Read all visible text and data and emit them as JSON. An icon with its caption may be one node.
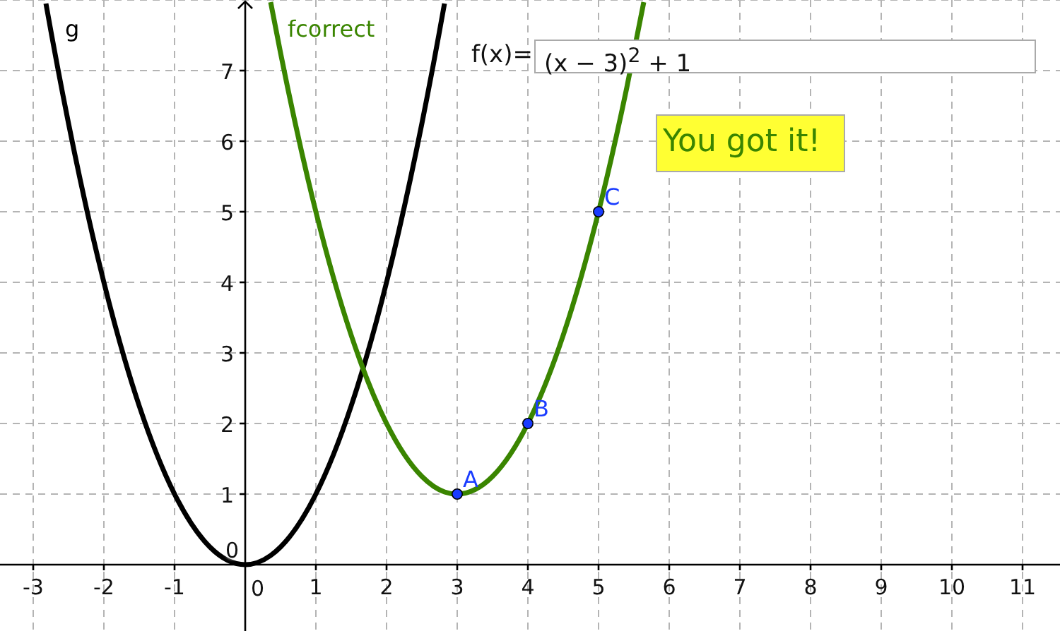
{
  "diagram": {
    "nodes": [
      {
        "text": [
          "(x − 3)$^{2}$ + 1"
        ],
        "beside": [
          "f(x)="
        ]
      },
      {
        "text": [
          "You got it!"
        ]
      }
    ],
    "labels": [
      "0",
      "0"
    ],
    "chart_data": {
      "type": "line",
      "x": [
        -2.82,
        -2.5,
        -2,
        -1.5,
        -1,
        -0.5,
        0,
        0.36,
        0.5,
        1,
        1.5,
        2,
        2.5,
        2.82,
        3,
        3.5,
        4,
        4.5,
        5,
        5.4,
        5.64
      ],
      "series": [
        {
          "name": "g",
          "color": "#000000",
          "values": [
            7.95,
            6.25,
            4,
            2.25,
            1,
            0.25,
            0,
            0.13,
            0.25,
            1,
            2.25,
            4,
            6.25,
            7.95,
            null,
            null,
            null,
            null,
            null,
            null,
            null
          ]
        },
        {
          "name": "fcorrect",
          "color": "#3a8500",
          "values": [
            null,
            null,
            null,
            null,
            null,
            null,
            null,
            7.97,
            7.25,
            5,
            3.25,
            2,
            1.25,
            1.03,
            1,
            1.25,
            2,
            3.25,
            5,
            6.76,
            7.97
          ]
        }
      ],
      "grid": true,
      "xlim": [
        -3.47,
        11.53
      ],
      "ylim": [
        -0.94,
        8
      ],
      "xticks": [
        -3,
        -2,
        -1,
        1,
        2,
        3,
        4,
        5,
        6,
        7,
        8,
        9,
        10,
        11
      ],
      "yticks": [
        1,
        2,
        3,
        4,
        5,
        6,
        7
      ],
      "annotations": [
        {
          "x": 3,
          "y": 1,
          "text": "A"
        },
        {
          "x": 4,
          "y": 2,
          "text": "B"
        },
        {
          "x": 5,
          "y": 5,
          "text": "C"
        }
      ]
    }
  }
}
